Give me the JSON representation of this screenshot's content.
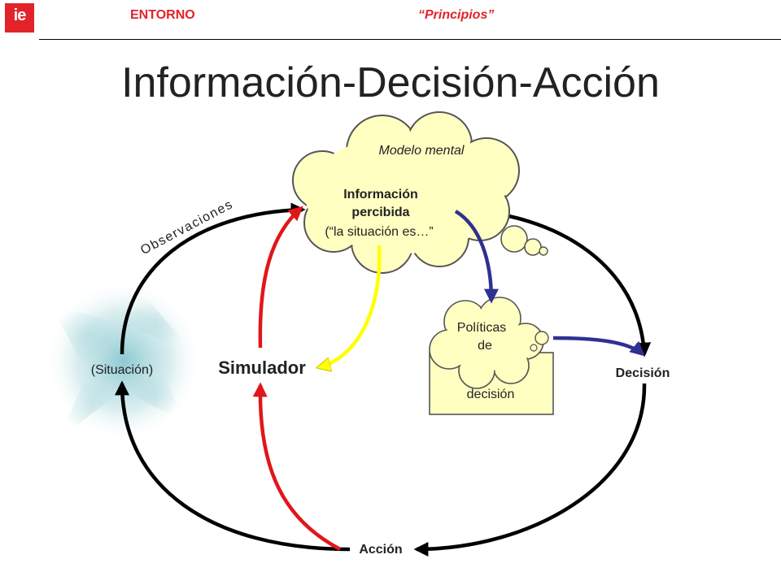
{
  "header": {
    "logo_text": "ie",
    "section": "ENTORNO",
    "topic": "“Principios”"
  },
  "title": "Información-Decisión-Acción",
  "diagram": {
    "mental_model_label": "Modelo mental",
    "perceived_info_line1": "Información",
    "perceived_info_line2": "percibida",
    "perceived_info_line3": "(“la situación es…”",
    "observations_label": "Observaciones",
    "situation_label": "(Situación)",
    "simulator_label": "Simulador",
    "policies_line1": "Políticas",
    "policies_line2": "de",
    "policies_line3": "decisión",
    "decision_label": "Decisión",
    "action_label": "Acción"
  },
  "colors": {
    "brand_red": "#e2232a",
    "cloud_fill": "#ffffc2",
    "arrow_red": "#e0161b",
    "arrow_yellow": "#ffff00",
    "arrow_blue": "#2e3192",
    "arrow_black": "#000000"
  }
}
